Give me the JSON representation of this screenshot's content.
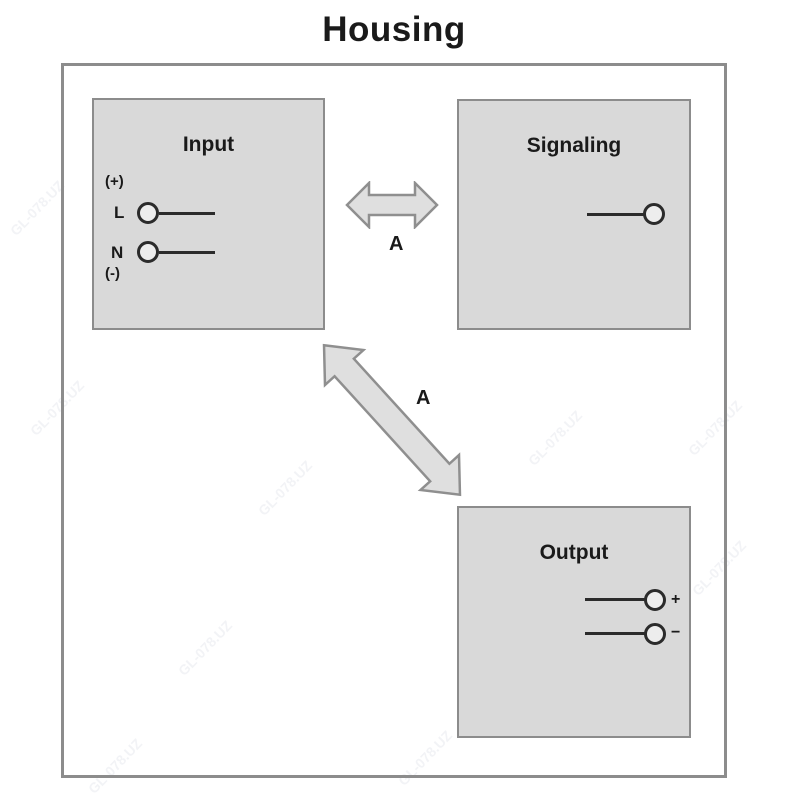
{
  "page": {
    "title": "Housing"
  },
  "watermark": {
    "text": "GL-078.UZ"
  },
  "boxes": {
    "input": {
      "title": "Input",
      "plus_label": "(+)",
      "live_label": "L",
      "neutral_label": "N",
      "minus_label": "(-)"
    },
    "signaling": {
      "title": "Signaling"
    },
    "output": {
      "title": "Output",
      "plus_label": "+",
      "minus_label": "−"
    }
  },
  "arrows": {
    "input_signaling_label": "A",
    "input_output_label": "A"
  },
  "colors": {
    "box_fill": "#d9d9d9",
    "box_border": "#8c8c8c",
    "housing_border": "#8c8c8c",
    "wire": "#2b2b2b",
    "arrow_fill": "#dfdfdf",
    "arrow_border": "#8f8f8f",
    "text": "#1a1a1a"
  }
}
